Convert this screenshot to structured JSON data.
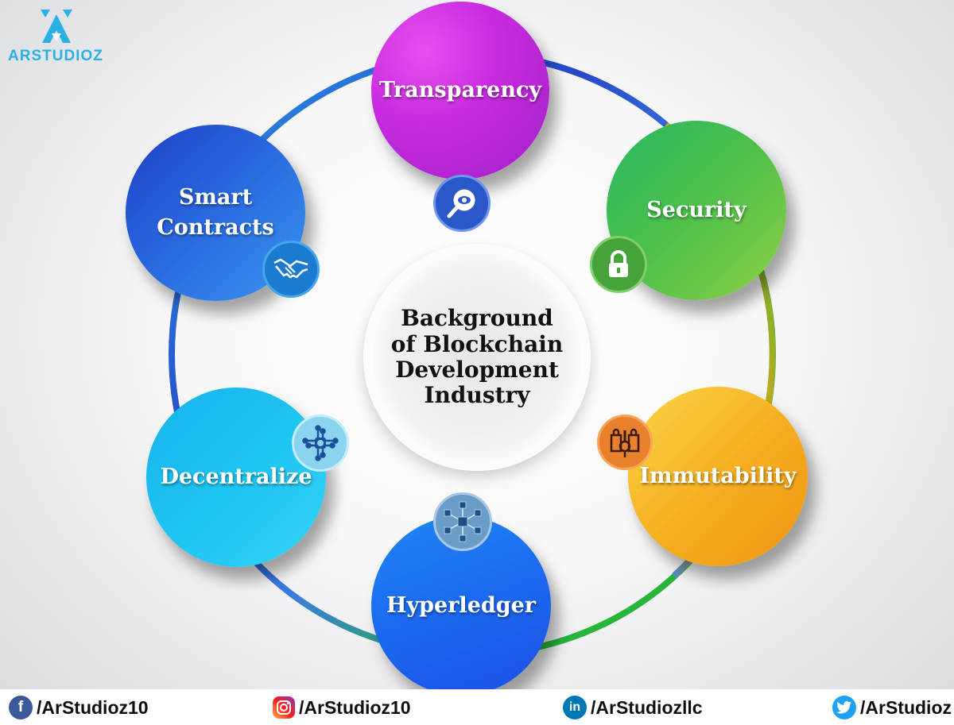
{
  "brand": {
    "name": "ARSTUDIOZ"
  },
  "center": {
    "title": "Background\nof Blockchain\nDevelopment\nIndustry"
  },
  "nodes": [
    {
      "label": "Transparency",
      "icon": "magnifier-eye-icon"
    },
    {
      "label": "Security",
      "icon": "padlock-icon"
    },
    {
      "label": "Immutability",
      "icon": "key-lock-icon"
    },
    {
      "label": "Hyperledger",
      "icon": "cube-network-icon"
    },
    {
      "label": "Decentralize",
      "icon": "circuit-chip-icon"
    },
    {
      "label": "Smart\nContracts",
      "icon": "handshake-icon"
    }
  ],
  "social": [
    {
      "network": "facebook",
      "handle": "/ArStudioz10"
    },
    {
      "network": "instagram",
      "handle": "/ArStudioz10"
    },
    {
      "network": "linkedin",
      "handle": "/ArStudiozllc"
    },
    {
      "network": "twitter",
      "handle": "/ArStudioz"
    }
  ],
  "colors": {
    "transparency": "#c92ce0",
    "security": "#4fc04a",
    "immutability": "#f5b020",
    "hyperledger": "#1b66ef",
    "decentralize": "#1ec4f2",
    "smart_contracts": "#2b6fe2",
    "brand": "#2bb0e6"
  }
}
